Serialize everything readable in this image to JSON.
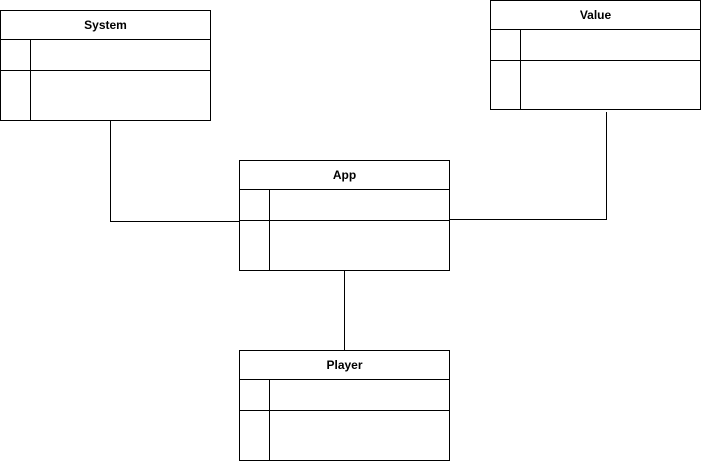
{
  "diagram": {
    "entities": [
      {
        "id": "system",
        "title": "System"
      },
      {
        "id": "value",
        "title": "Value"
      },
      {
        "id": "app",
        "title": "App"
      },
      {
        "id": "player",
        "title": "Player"
      }
    ],
    "connections": [
      {
        "from": "system",
        "to": "app"
      },
      {
        "from": "value",
        "to": "app"
      },
      {
        "from": "app",
        "to": "player"
      }
    ]
  }
}
